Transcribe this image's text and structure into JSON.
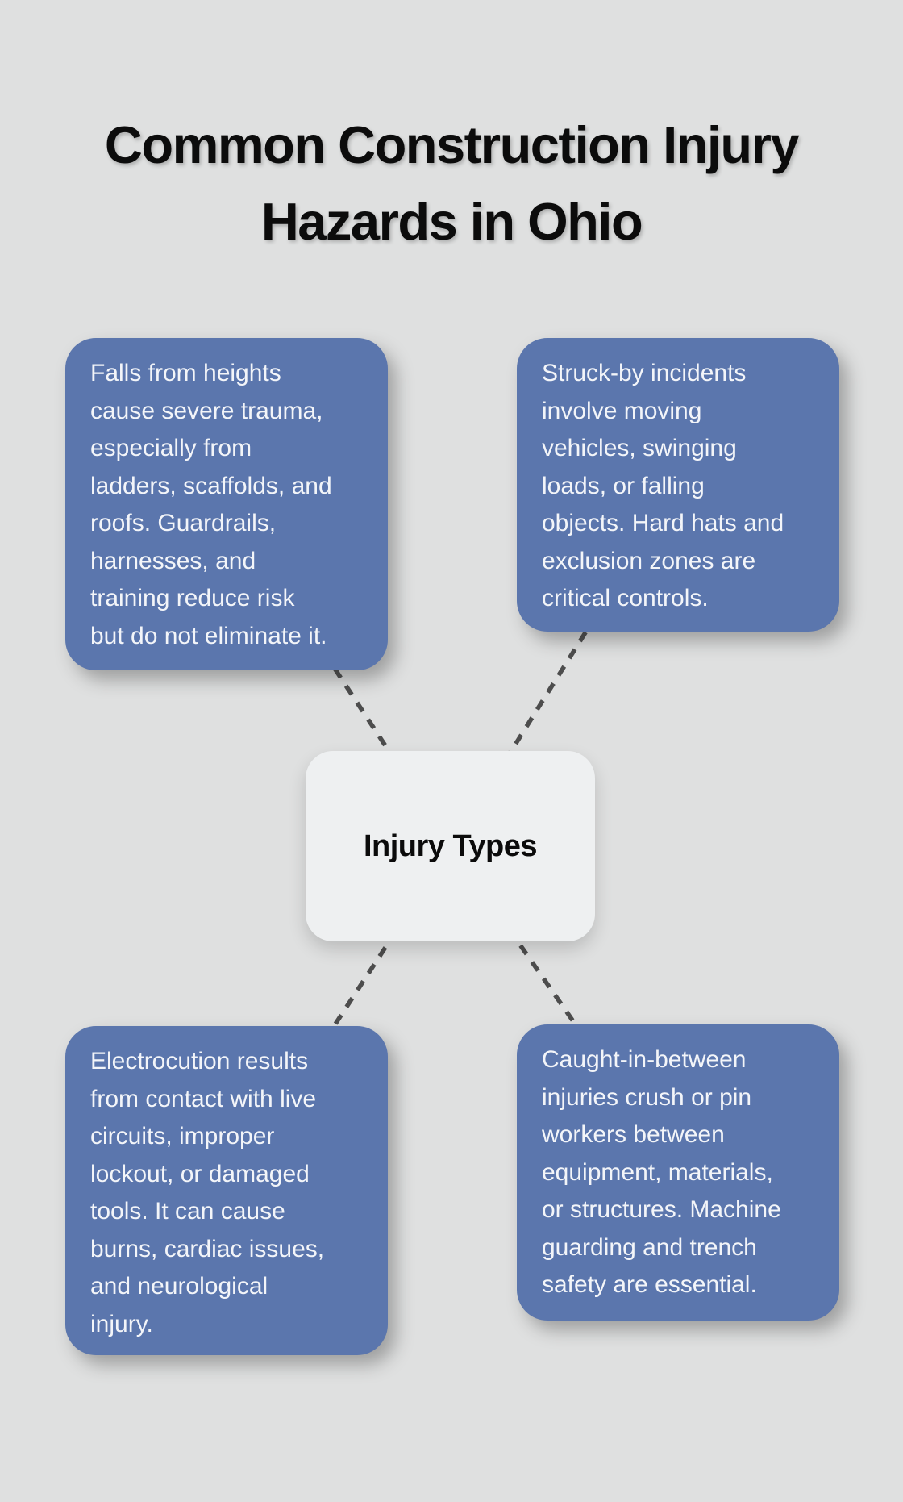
{
  "page": {
    "background_color": "#dfe0e0"
  },
  "title": {
    "text": "Common Construction Injury Hazards in Ohio",
    "lines": [
      "Common Construction Injury",
      "Hazards in Ohio"
    ],
    "color": "#0c0c0c"
  },
  "diagram": {
    "center_node": {
      "label": "Injury Types",
      "fill": "#eef0f1",
      "text_color": "#0b0b0b"
    },
    "connector_color": "#4d4d4d",
    "connector_style": "dashed",
    "node_fill": "#5b76ad",
    "node_text_color": "#f3f5f9",
    "nodes": [
      {
        "id": "falls-from-heights",
        "position": "top-left",
        "text": "Falls from heights cause severe trauma, especially from ladders, scaffolds, and roofs. Guardrails, harnesses, and training reduce risk but do not eliminate it.",
        "lines": [
          "Falls from heights",
          "cause severe trauma,",
          "especially from",
          "ladders, scaffolds, and",
          "roofs. Guardrails,",
          "harnesses, and",
          "training reduce risk",
          "but do not eliminate it."
        ]
      },
      {
        "id": "struck-by",
        "position": "top-right",
        "text": "Struck-by incidents involve moving vehicles, swinging loads, or falling objects. Hard hats and exclusion zones are critical controls.",
        "lines": [
          "Struck-by incidents",
          "involve moving",
          "vehicles, swinging",
          "loads, or falling",
          "objects. Hard hats and",
          "exclusion zones are",
          "critical controls."
        ]
      },
      {
        "id": "electrocution",
        "position": "bottom-left",
        "text": "Electrocution results from contact with live circuits, improper lockout, or damaged tools. It can cause burns, cardiac issues, and neurological injury.",
        "lines": [
          "Electrocution results",
          "from contact with live",
          "circuits, improper",
          "lockout, or damaged",
          "tools. It can cause",
          "burns, cardiac issues,",
          "and neurological",
          "injury."
        ]
      },
      {
        "id": "caught-in-between",
        "position": "bottom-right",
        "text": "Caught-in-between injuries crush or pin workers between equipment, materials, or structures. Machine guarding and trench safety are essential.",
        "lines": [
          "Caught-in-between",
          "injuries crush or pin",
          "workers between",
          "equipment, materials,",
          "or structures. Machine",
          "guarding and trench",
          "safety are essential."
        ]
      }
    ]
  }
}
